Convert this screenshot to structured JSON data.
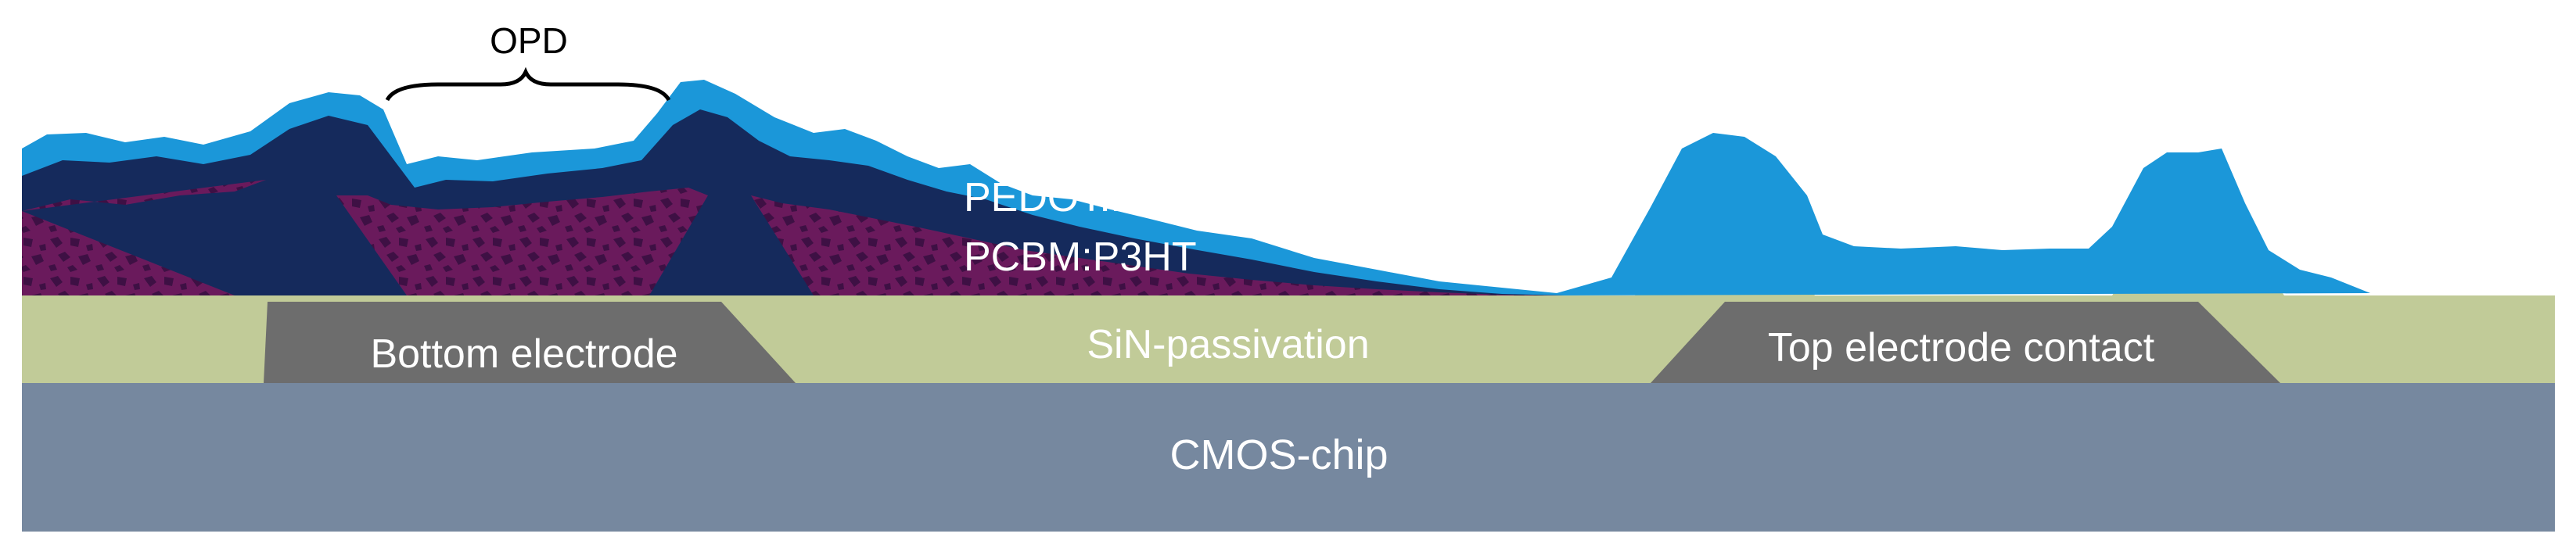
{
  "labels": {
    "opd": "OPD",
    "pedot": "PEDOT:PSS",
    "pcbm": "PCBM:P3HT",
    "bottom_electrode": "Bottom electrode",
    "sin_passivation": "SiN-passivation",
    "top_electrode_contact": "Top electrode contact",
    "cmos_chip": "CMOS-chip"
  },
  "colors": {
    "cmos": "#76889f",
    "sin": "#c1cb98",
    "electrode": "#6d6d6d",
    "pcbm": "#6a1a5c",
    "pcbm_dark": "#3e1044",
    "pedot": "#152a5c",
    "top_contact_layer": "#1b97d9",
    "label_text": "#ffffff",
    "annotation_text": "#000000"
  }
}
